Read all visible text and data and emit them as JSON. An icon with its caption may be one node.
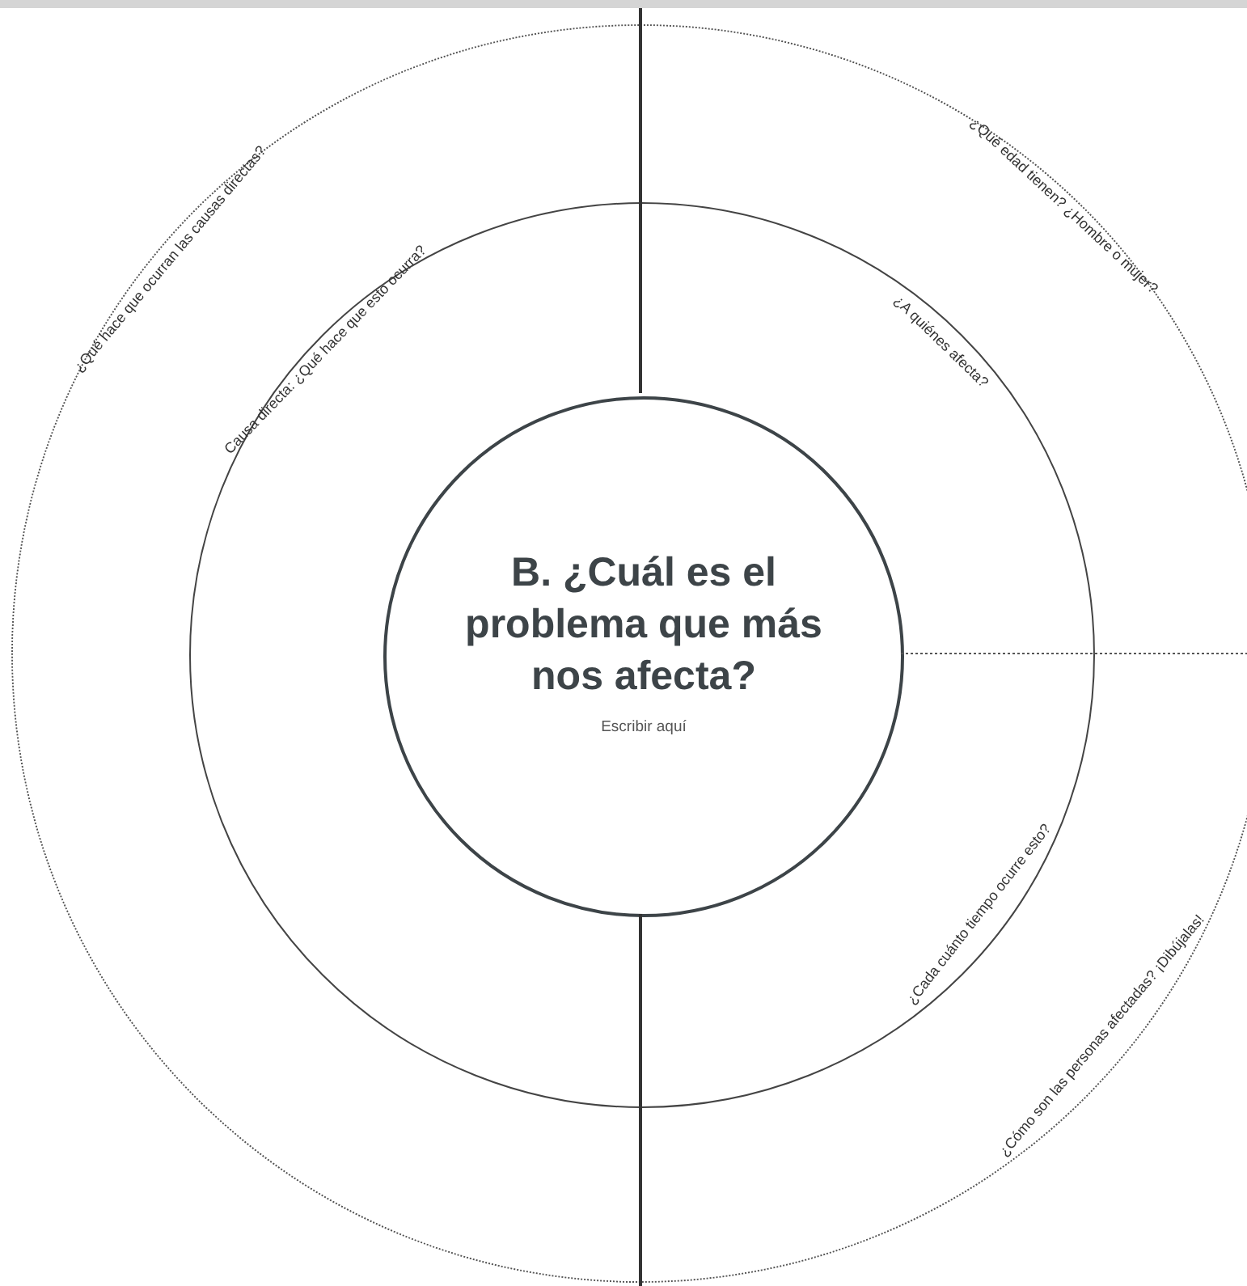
{
  "diagram": {
    "nodes": [
      {
        "text": [],
        "shape": "circle"
      },
      {
        "text": [],
        "shape": "circle",
        "in": 0
      },
      {
        "text": [
          "B. ¿Cuál es el problema que más nos afecta?",
          "Escribir aquí"
        ],
        "in": 1
      }
    ],
    "labels": [
      "¿Qué edad tienen? ¿Hombre o mujer?",
      "¿Qué hace que ocurran las causas directas?",
      "Causa directa: ¿Qué hace que esto ocurra?",
      "¿A quiénes afecta?",
      "¿Cada cuánto tiempo ocurre esto?",
      "¿Cómo son las personas afectadas? ¡Dibújalas!"
    ]
  }
}
